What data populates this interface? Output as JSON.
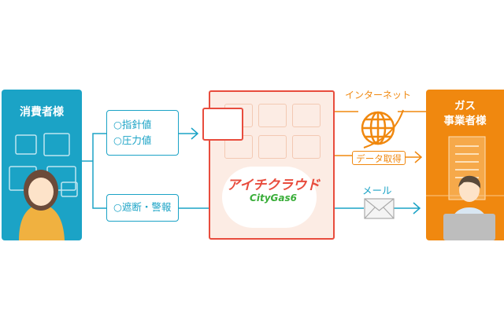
{
  "consumer": {
    "title": "消費者様"
  },
  "readings": {
    "item1": "○指針値",
    "item2": "○圧力値"
  },
  "alarm": {
    "label": "○遮断・警報"
  },
  "cloud": {
    "brand": "アイチクラウド",
    "sub": "CityGas6"
  },
  "internet": {
    "label": "インターネット",
    "data_label": "データ取得"
  },
  "mail": {
    "label": "メール"
  },
  "gas_company": {
    "title_line1": "ガス",
    "title_line2": "事業者様"
  },
  "colors": {
    "blue": "#1ba3c6",
    "red": "#e84c3d",
    "orange": "#f0880f",
    "green": "#3aae3a"
  }
}
